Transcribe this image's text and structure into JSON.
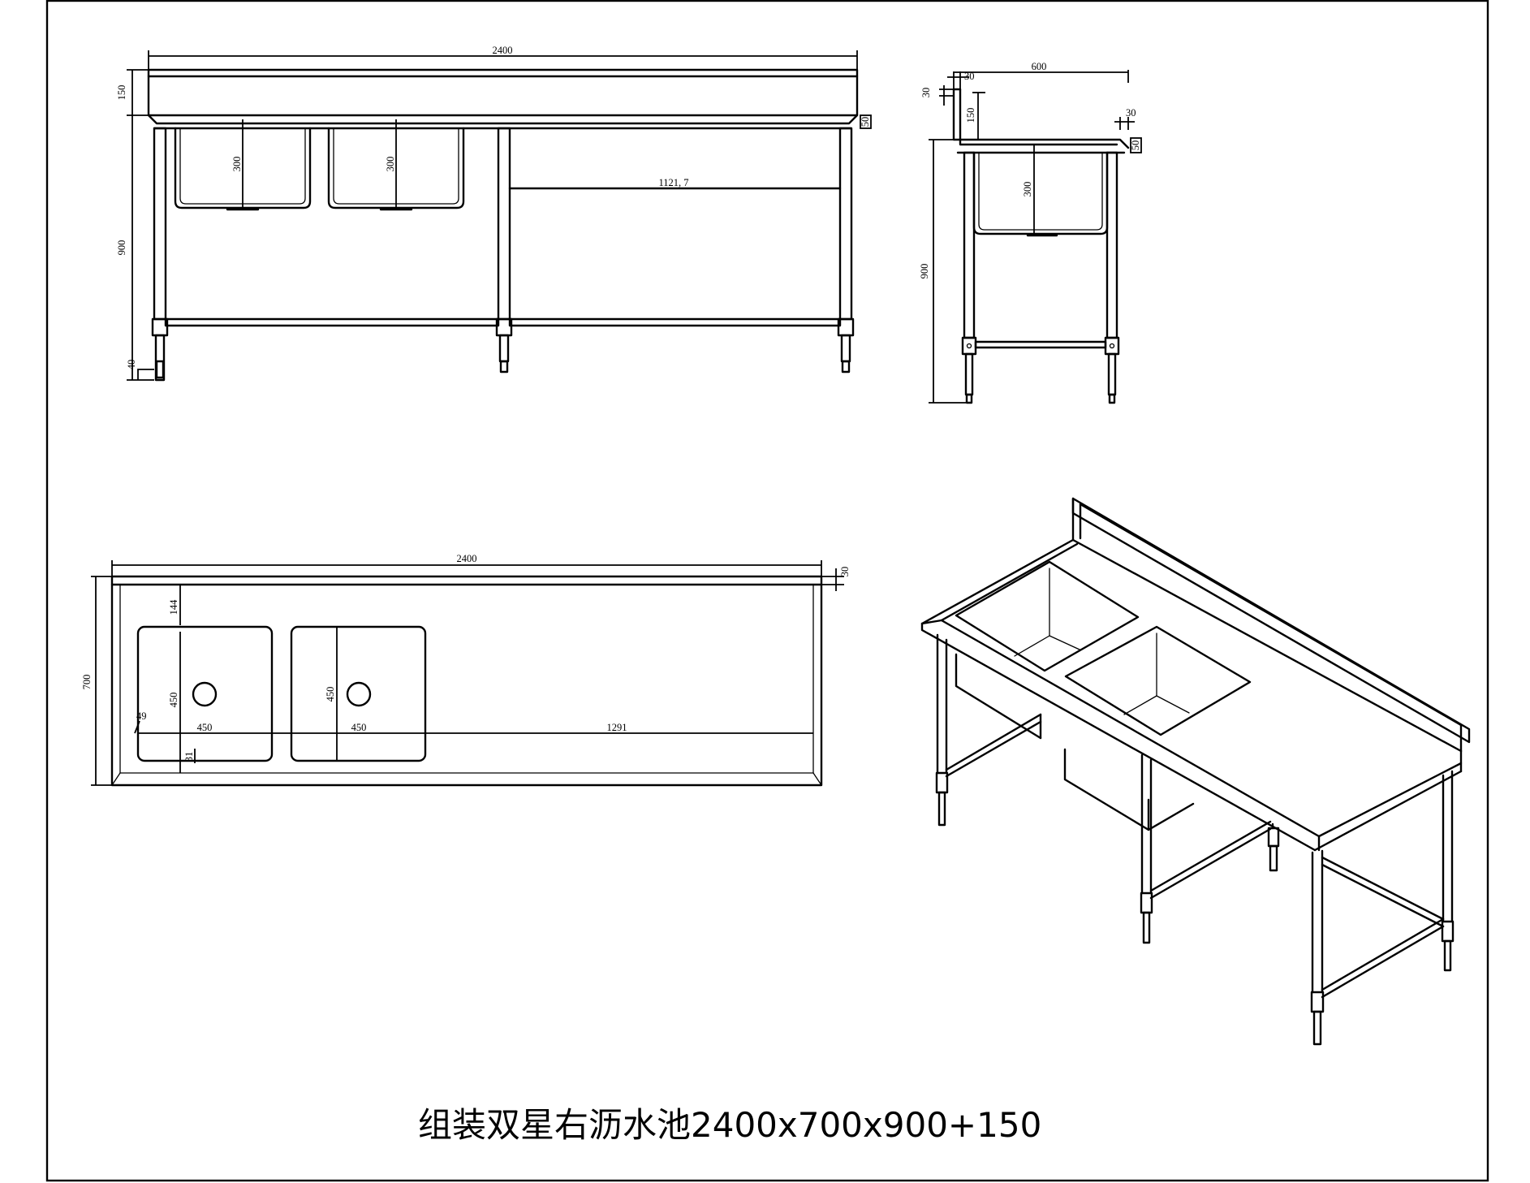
{
  "title": "组装双星右沥水池2400x700x900+150",
  "front_view": {
    "width_2400": "2400",
    "height_150": "150",
    "height_900": "900",
    "height_40": "40",
    "edge_50": "50",
    "bowl_depth_1": "300",
    "bowl_depth_2": "300",
    "drainboard_1121": "1121, 7"
  },
  "side_view": {
    "depth_600": "600",
    "lip_30_top": "30",
    "lip_30_left": "30",
    "height_150": "150",
    "lip_30_right": "30",
    "edge_50": "50",
    "bowl_depth_300": "300",
    "height_900": "900"
  },
  "top_view": {
    "width_2400": "2400",
    "depth_700": "700",
    "lip_30": "30",
    "offset_144": "144",
    "bowl1_depth_450": "450",
    "bowl2_depth_450": "450",
    "bowl1_width_450": "450",
    "bowl2_width_450": "450",
    "drainboard_1291": "1291",
    "margin_49": "49",
    "margin_31": "31"
  }
}
